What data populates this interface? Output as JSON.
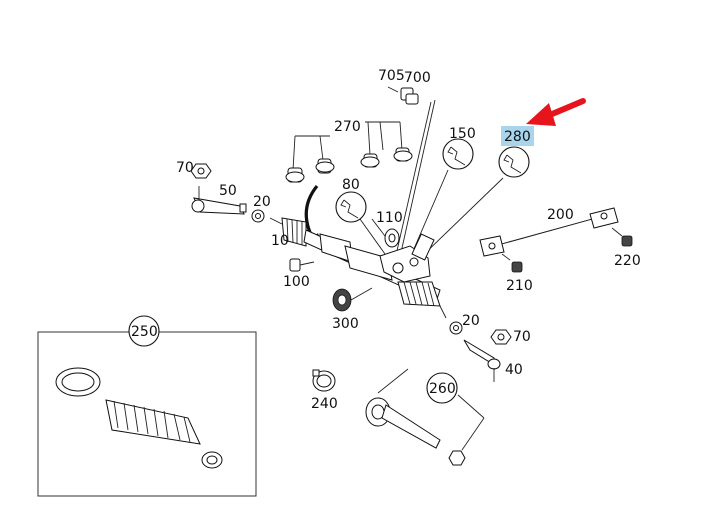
{
  "diagram": {
    "part_labels": {
      "p705": "705",
      "p700": "700",
      "p270": "270",
      "p150": "150",
      "p280": "280",
      "p70a": "70",
      "p50": "50",
      "p80": "80",
      "p20a": "20",
      "p10": "10",
      "p110": "110",
      "p200": "200",
      "p220": "220",
      "p100": "100",
      "p210": "210",
      "p300": "300",
      "p20b": "20",
      "p70b": "70",
      "p40": "40",
      "p250": "250",
      "p260": "260",
      "p240": "240"
    },
    "highlight_color": "#a8d4ec",
    "pointer_color": "#e8141c"
  }
}
